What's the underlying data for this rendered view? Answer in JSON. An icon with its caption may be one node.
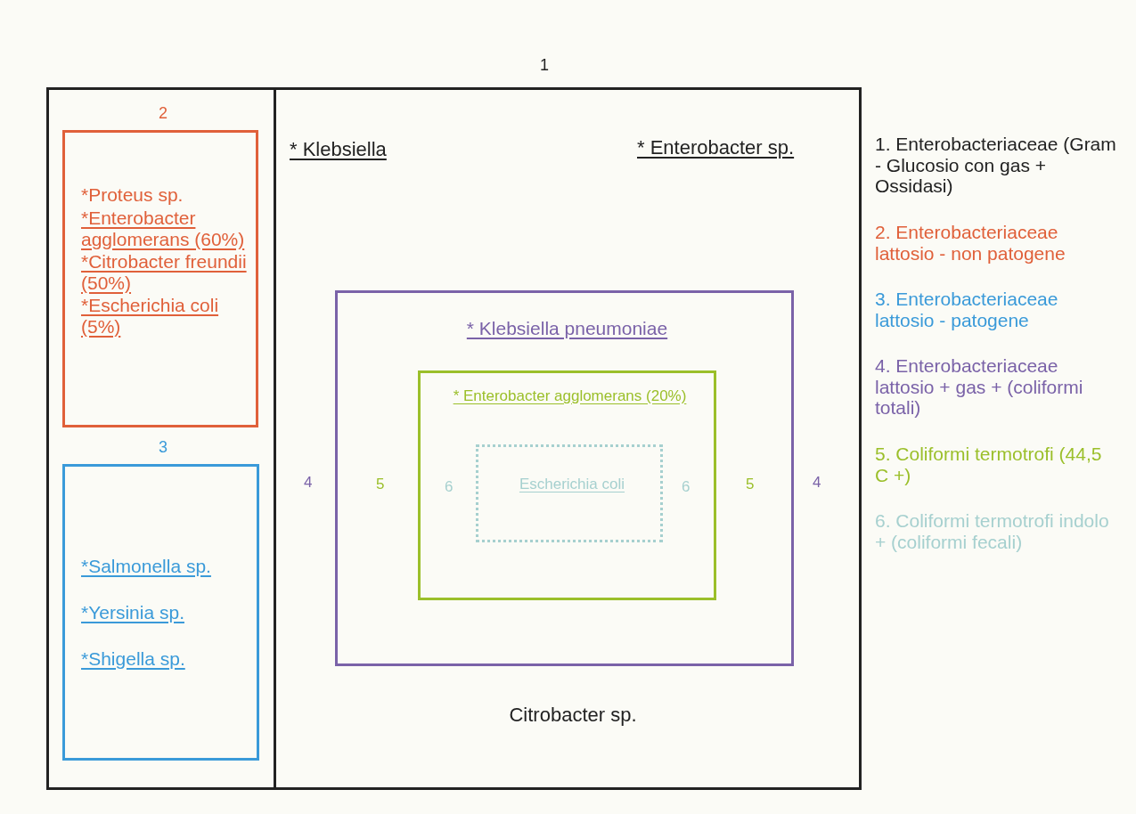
{
  "diagram": {
    "nodes": [
      {
        "text": [
          "1",
          "* Klebsiella",
          "* Enterobacter sp.",
          "Citrobacter sp."
        ]
      },
      {
        "text": [
          "2",
          "*Proteus sp.",
          "*Enterobacter agglomerans (60%)",
          "*Citrobacter freundii (50%)",
          "*Escherichia coli (5%)"
        ],
        "in": 0
      },
      {
        "text": [
          "3",
          "*Salmonella sp.",
          "*Yersinia sp.",
          "*Shigella sp."
        ],
        "in": 0
      },
      {
        "text": [
          "* Klebsiella pneumoniae"
        ],
        "beside": [
          "4",
          "4"
        ],
        "in": 0
      },
      {
        "text": [
          "* Enterobacter agglomerans (20%)"
        ],
        "beside": [
          "5",
          "5"
        ],
        "in": 3
      },
      {
        "text": [
          "Escherichia coli"
        ],
        "beside": [
          "6",
          "6"
        ],
        "in": 4
      }
    ],
    "labels": [
      "1. Enterobacteriaceae (Gram - Glucosio con gas + Ossidasi)",
      "2. Enterobacteriaceae lattosio - non patogene",
      "3. Enterobacteriaceae lattosio - patogene",
      "4. Enterobacteriaceae lattosio + gas + (coliformi totali)",
      "5. Coliformi termotrofi (44,5 C +)",
      "6. Coliformi termotrofi indolo + (coliformi fecali)"
    ]
  }
}
